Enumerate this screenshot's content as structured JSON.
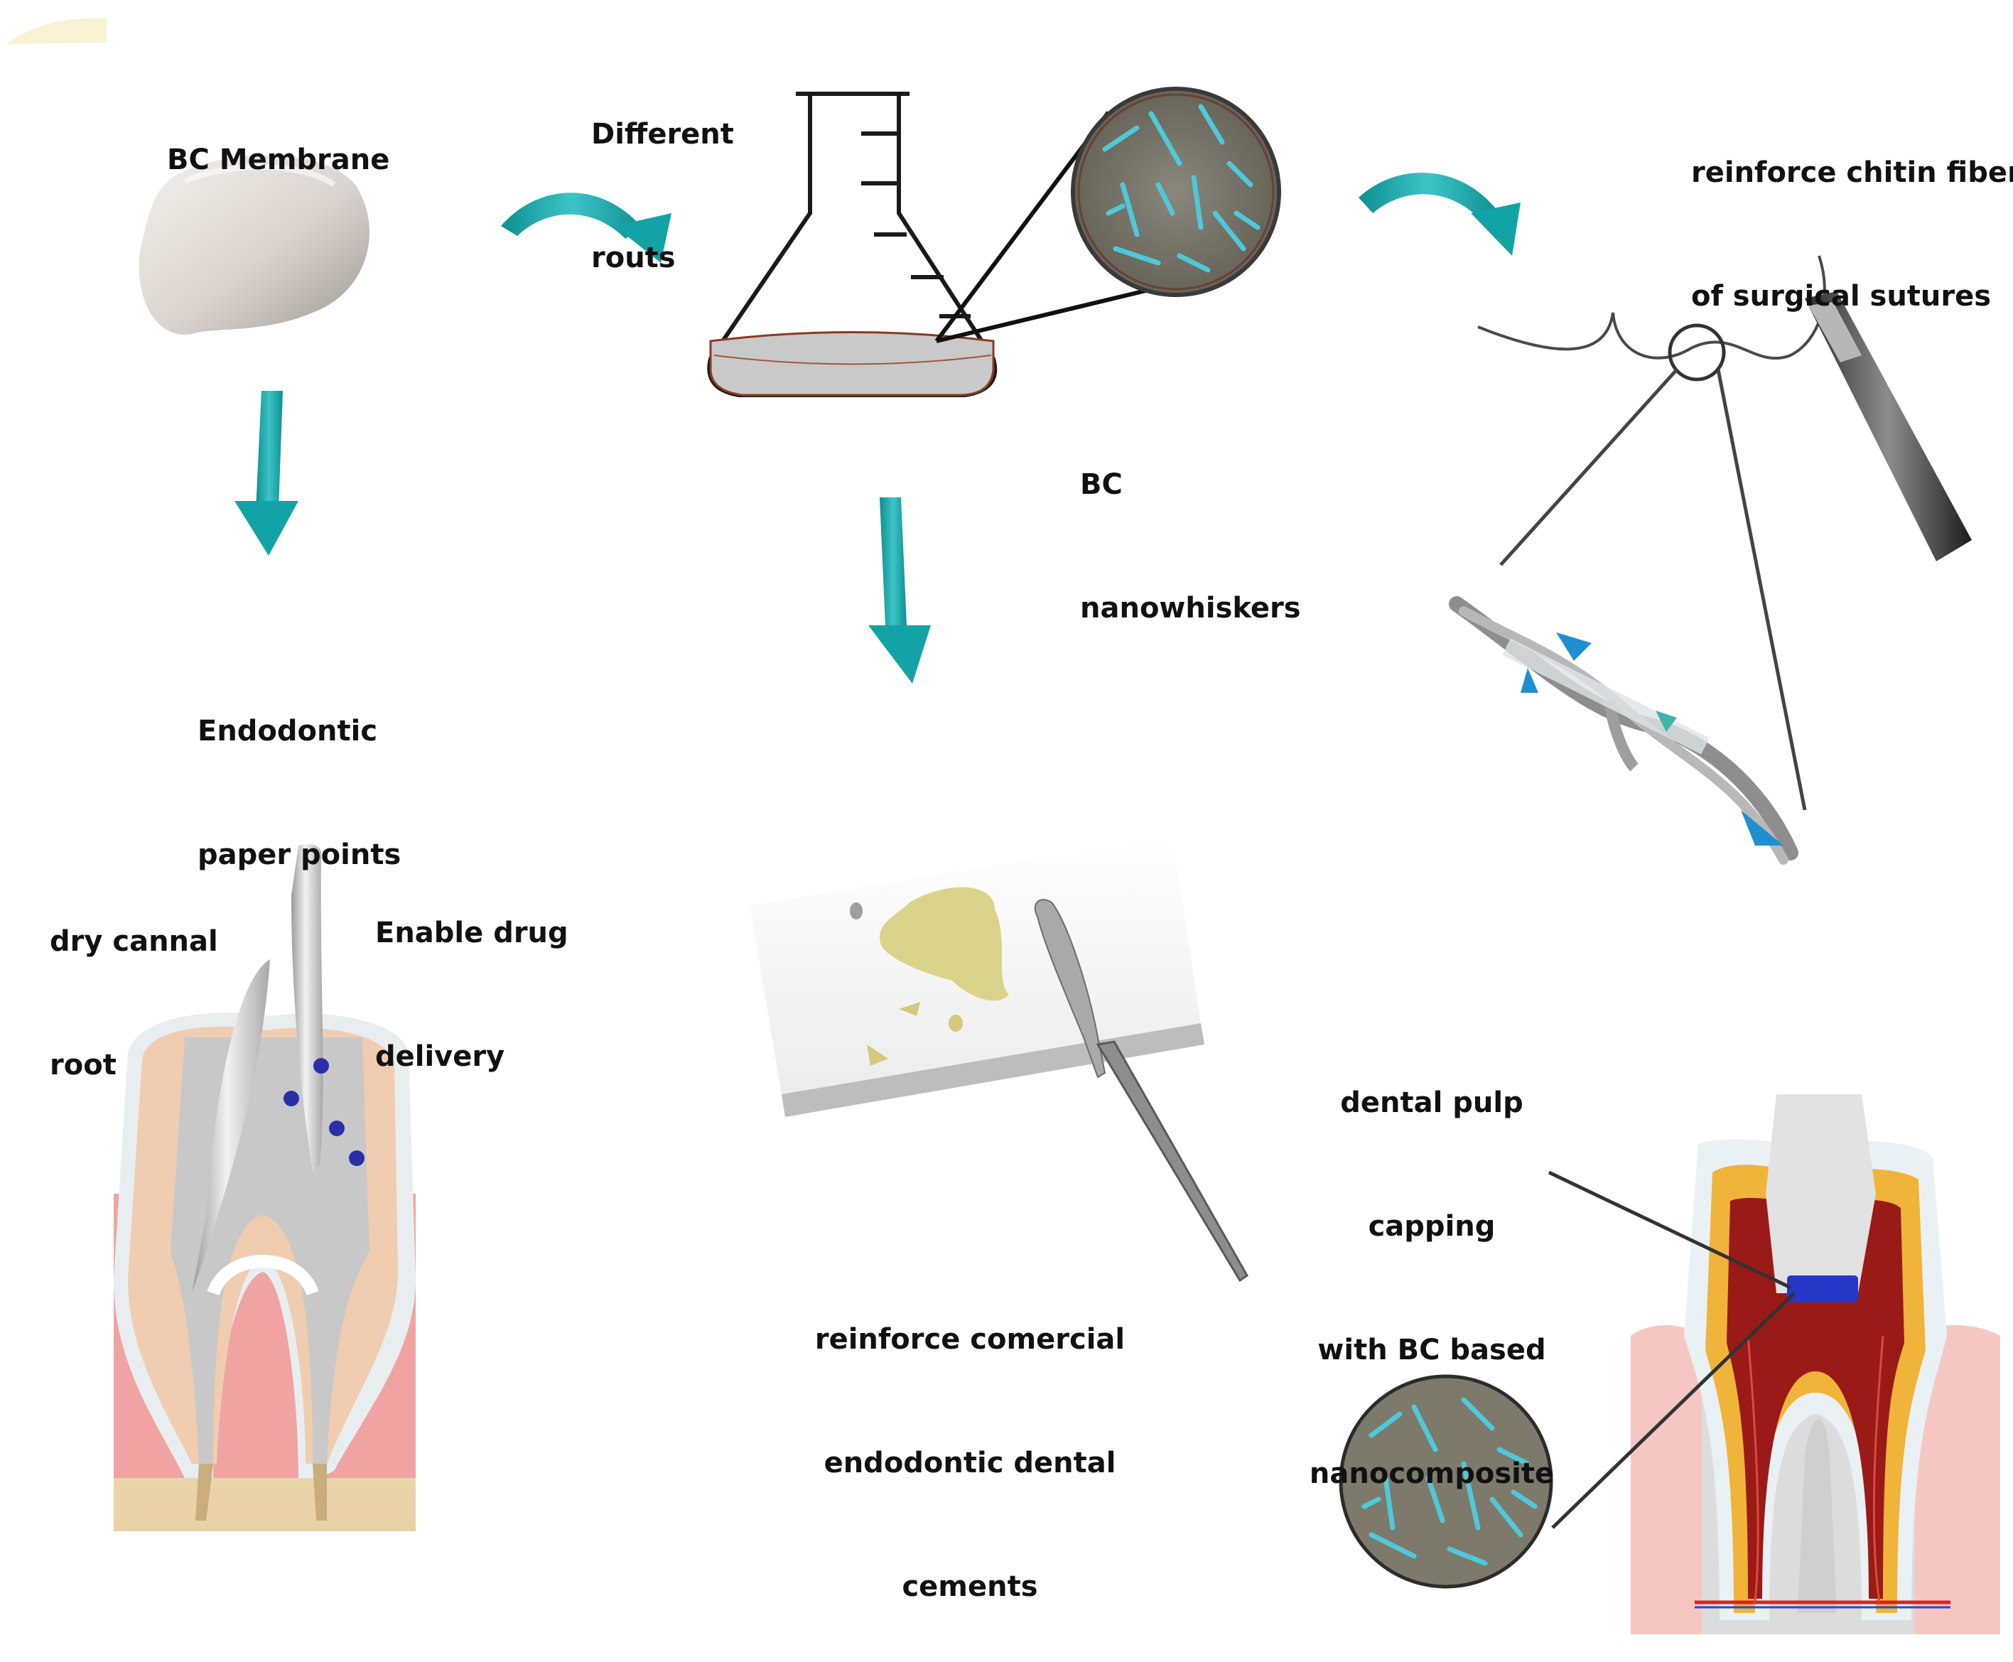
{
  "labels": {
    "bc_membrane": "BC Membrane",
    "different_routs": [
      "Different",
      "routs"
    ],
    "bc_nanowhiskers": [
      "BC",
      "nanowhiskers"
    ],
    "reinforce_chitin": [
      "reinforce chitin fibers",
      "of surgical sutures"
    ],
    "endodontic_paper_points": [
      "Endodontic",
      "paper points"
    ],
    "dry_cannal_root": [
      "dry cannal",
      "root"
    ],
    "enable_drug_delivery": [
      "Enable drug",
      "delivery"
    ],
    "reinforce_cements": [
      "reinforce comercial",
      "endodontic dental",
      "cements"
    ],
    "dental_pulp_capping": [
      "dental pulp",
      "capping",
      "with BC based",
      "nanocomposite"
    ]
  },
  "colors": {
    "arrow_teal": "#12a3a6",
    "membrane": "#d9d4cf",
    "flask_liquid": "#c9c9c9",
    "flask_rim": "#8a3a22",
    "whisker_disc": "#7d7a70",
    "whisker": "#4fc8d8",
    "gum": "#f1a3a3",
    "dentin": "#f0cdb0",
    "pulp": "#c8c8c8",
    "drug_dot": "#2a2fa8",
    "cement_paste": "#d9d48a",
    "pulp_red": "#9a1a18",
    "capping_blue": "#2638c8",
    "enamel_yellow": "#f1b43a"
  },
  "icons": [
    "curved-arrow-icon",
    "down-arrow-icon",
    "flask-icon",
    "needle-icon",
    "spatula-icon"
  ]
}
